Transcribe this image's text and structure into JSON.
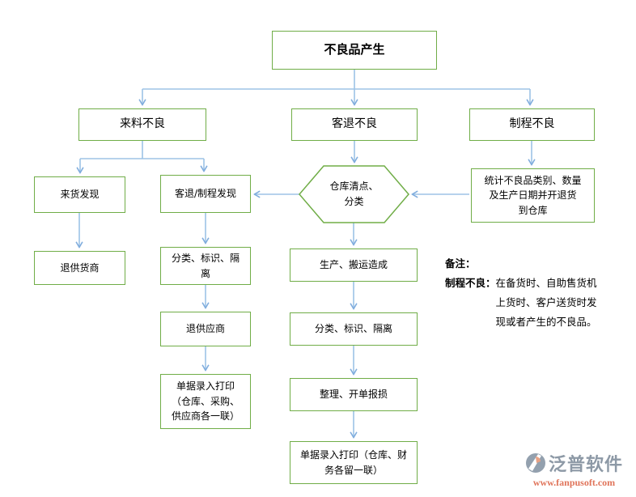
{
  "diagram": {
    "nodes": {
      "top": "不良品产生",
      "incoming_bad": "来料不良",
      "customer_return_bad": "客退不良",
      "process_bad": "制程不良",
      "arrival_found": "来货发现",
      "return_vendor": "退供货商",
      "return_process_found": "客退/制程发现",
      "sort_left": "分类、标识、隔\n离",
      "return_supplier": "退供应商",
      "print_left": "单据录入打印\n（仓库、采购、\n供应商各一联）",
      "warehouse_check": "仓库清点、\n分类",
      "production_cause": "生产、搬运造成",
      "sort_center": "分类、标识、隔离",
      "arrange_report": "整理、开单报损",
      "print_center": "单据录入打印（仓库、财\n务各留一联）",
      "stats": "统计不良品类别、数量\n及生产日期并开退货\n到仓库"
    },
    "note": {
      "title": "备注：",
      "label": "制程不良：",
      "body": "在备货时、自助售货机\n上货时、客户送货时发\n现或者产生的不良品。"
    },
    "colors": {
      "box_border": "#70AD47",
      "connector": "#9DC3E6",
      "arrowhead": "#7FACDD"
    }
  },
  "logo": {
    "name": "泛普软件",
    "url": "www.fanpusoft.com",
    "name_color": "#8D99A6",
    "url_color": "#E0745A",
    "icon": "fanpu-swirl-icon"
  }
}
